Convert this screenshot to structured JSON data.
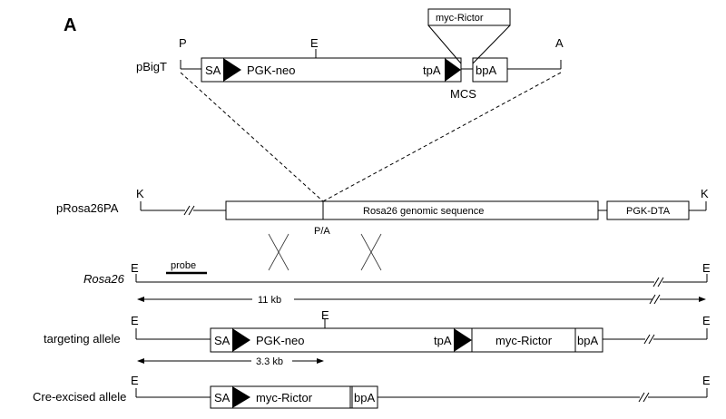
{
  "panel_label": "A",
  "pbigt": {
    "name": "pBigT",
    "sites": {
      "p": "P",
      "e": "E",
      "a": "A"
    },
    "sa": "SA",
    "pgk_neo": "PGK-neo",
    "tpa": "tpA",
    "bpa": "bpA",
    "mcs": "MCS",
    "insert": "myc-Rictor"
  },
  "prosa26pa": {
    "name": "pRosa26PA",
    "left_site": "K",
    "right_site": "K",
    "genomic": "Rosa26 genomic sequence",
    "dta": "PGK-DTA",
    "pa": "P/A"
  },
  "rosa26": {
    "name": "Rosa26",
    "left_site": "E",
    "right_site": "E",
    "probe": "probe",
    "size": "11 kb"
  },
  "targeting": {
    "name": "targeting allele",
    "left_site": "E",
    "mid_site": "E",
    "right_site": "E",
    "sa": "SA",
    "pgk_neo": "PGK-neo",
    "tpa": "tpA",
    "rictor": "myc-Rictor",
    "bpa": "bpA",
    "size": "3.3 kb"
  },
  "cre": {
    "name": "Cre-excised allele",
    "left_site": "E",
    "right_site": "E",
    "sa": "SA",
    "rictor": "myc-Rictor",
    "bpa": "bpA"
  }
}
